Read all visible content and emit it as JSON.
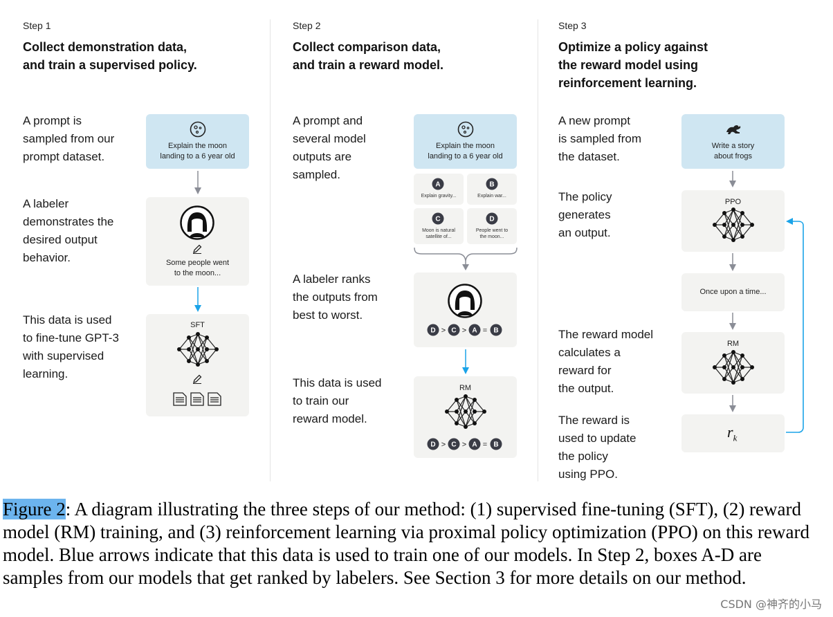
{
  "step1": {
    "label": "Step 1",
    "title_line1": "Collect demonstration data,",
    "title_line2": "and train a supervised policy.",
    "desc1": [
      "A prompt is",
      "sampled from our",
      "prompt dataset."
    ],
    "desc2": [
      "A labeler",
      "demonstrates the",
      "desired output",
      "behavior."
    ],
    "desc3": [
      "This data is used",
      "to fine-tune GPT-3",
      "with supervised",
      "learning."
    ],
    "prompt_box": [
      "Explain the moon",
      "landing to a 6 year old"
    ],
    "labeler_output": [
      "Some people went",
      "to the moon..."
    ],
    "model_label": "SFT"
  },
  "step2": {
    "label": "Step 2",
    "title_line1": "Collect comparison data,",
    "title_line2": "and train a reward model.",
    "desc1": [
      "A prompt and",
      "several model",
      "outputs are",
      "sampled."
    ],
    "desc2": [
      "A labeler ranks",
      "the outputs from",
      "best to worst."
    ],
    "desc3": [
      "This data is used",
      "to train our",
      "reward model."
    ],
    "prompt_box": [
      "Explain the moon",
      "landing to a 6 year old"
    ],
    "outputs": [
      {
        "letter": "A",
        "text": [
          "Explain gravity..."
        ]
      },
      {
        "letter": "B",
        "text": [
          "Explain war..."
        ]
      },
      {
        "letter": "C",
        "text": [
          "Moon is natural",
          "satellite of..."
        ]
      },
      {
        "letter": "D",
        "text": [
          "People went to",
          "the moon..."
        ]
      }
    ],
    "ranking": {
      "order": [
        "D",
        "C",
        "A",
        "B"
      ],
      "ops": [
        ">",
        ">",
        "="
      ]
    },
    "model_label": "RM"
  },
  "step3": {
    "label": "Step 3",
    "title_line1": "Optimize a policy against",
    "title_line2": "the reward model using",
    "title_line3": "reinforcement learning.",
    "desc1": [
      "A new prompt",
      "is sampled from",
      "the dataset."
    ],
    "desc2": [
      "The policy",
      "generates",
      "an output."
    ],
    "desc3": [
      "The reward model",
      "calculates a",
      "reward for",
      "the output."
    ],
    "desc4": [
      "The reward is",
      "used to update",
      "the policy",
      "using PPO."
    ],
    "prompt_box": [
      "Write a story",
      "about frogs"
    ],
    "policy_label": "PPO",
    "output_text": "Once upon a time...",
    "reward_model_label": "RM",
    "reward_symbol": "r",
    "reward_subscript": "k"
  },
  "caption": {
    "figure_ref": "Figure 2",
    "text": ": A diagram illustrating the three steps of our method: (1) supervised fine-tuning (SFT), (2) reward model (RM) training, and (3) reinforcement learning via proximal policy optimization (PPO) on this reward model. Blue arrows indicate that this data is used to train one of our models. In Step 2, boxes A-D are samples from our models that get ranked by labelers. See Section 3 for more details on our method."
  },
  "watermark": "CSDN @神齐的小马",
  "colors": {
    "blue_box": "#cfe6f2",
    "gray_box": "#f3f3f1",
    "blue_arrow": "#1aa3e8",
    "gray_arrow": "#8a8d96",
    "badge": "#3a3c46"
  }
}
